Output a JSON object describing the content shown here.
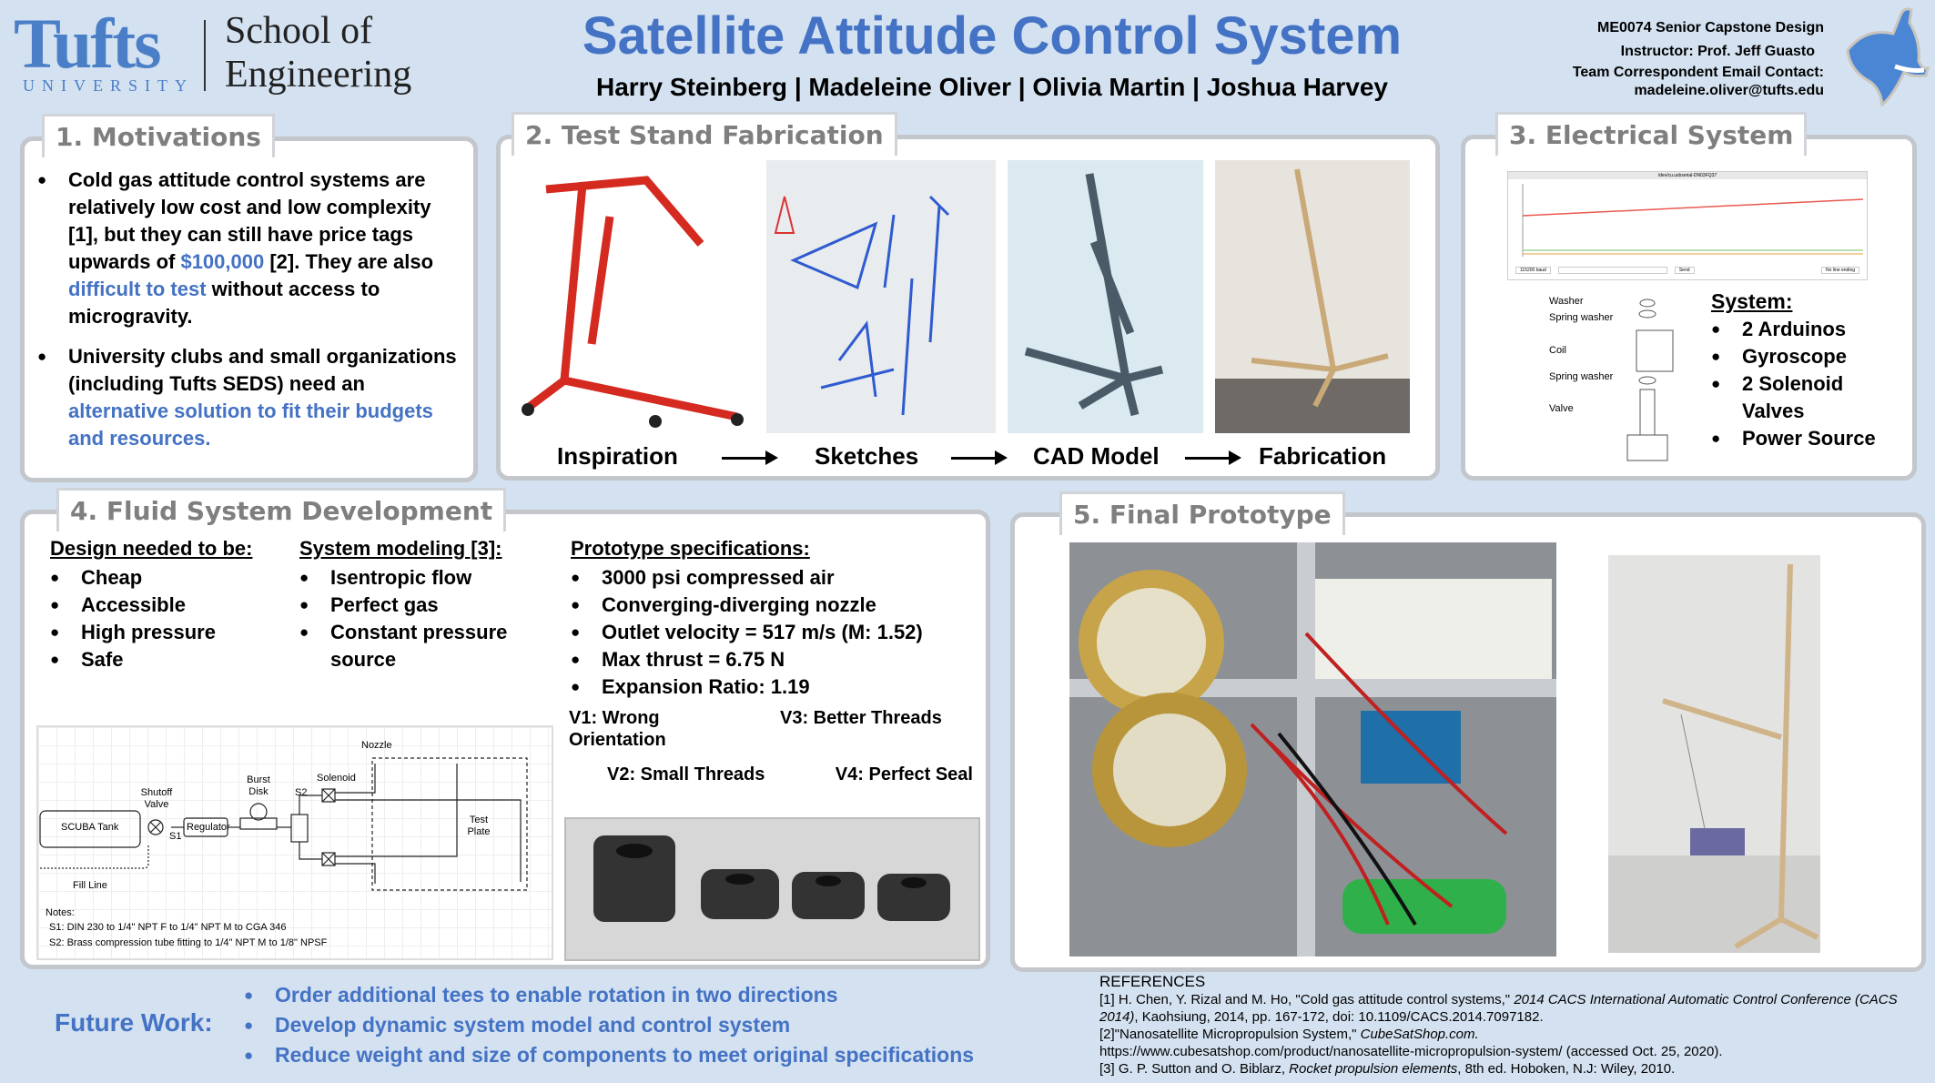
{
  "header": {
    "logo_word": "Tufts",
    "logo_sub": "UNIVERSITY",
    "school": [
      "School of",
      "Engineering"
    ],
    "title": "Satellite Attitude Control System",
    "authors": "Harry Steinberg | Madeleine Oliver | Olivia Martin | Joshua Harvey",
    "course": "ME0074 Senior Capstone Design",
    "instructor": "Instructor: Prof. Jeff Guasto",
    "contact_label": "Team Correspondent Email Contact:",
    "email": "madeleine.oliver@tufts.edu"
  },
  "motivations": {
    "title": "1.  Motivations",
    "p1_a": "Cold gas attitude control systems are relatively low cost and low complexity [1], but they can still have price tags upwards of ",
    "p1_price": "$100,000",
    "p1_b": " [2]. They are also ",
    "p1_diff": "difficult to test",
    "p1_c": " without access to microgravity.",
    "p2_a": "University clubs and small organizations (including Tufts SEDS) need an ",
    "p2_alt": "alternative solution to fit their budgets and resources."
  },
  "test_stand": {
    "title": "2. Test Stand Fabrication",
    "steps": [
      "Inspiration",
      "Sketches",
      "CAD Model",
      "Fabrication"
    ]
  },
  "electrical": {
    "title": "3. Electrical System",
    "serial_title": "/dev/cu.usbserial-DN03FQ37",
    "baud": "115200 baud",
    "send": "Send",
    "line_ending": "No line ending",
    "parts": [
      "Washer",
      "Spring washer",
      "Coil",
      "Spring washer",
      "Valve"
    ],
    "system_label": "System:",
    "system_items": [
      "2 Arduinos",
      "Gyroscope",
      "2 Solenoid Valves",
      "Power Source"
    ]
  },
  "fluid": {
    "title": "4. Fluid System Development",
    "design_label": "Design needed to be:",
    "design_items": [
      "Cheap",
      "Accessible",
      "High pressure",
      "Safe"
    ],
    "model_label": "System modeling [3]:",
    "model_items": [
      "Isentropic flow",
      "Perfect gas",
      "Constant pressure source"
    ],
    "spec_label": "Prototype specifications:",
    "spec_items": [
      "3000 psi compressed air",
      "Converging-diverging nozzle",
      "Outlet velocity = 517 m/s (M: 1.52)",
      "Max thrust = 6.75 N",
      "Expansion Ratio: 1.19"
    ],
    "schematic": {
      "tank": "SCUBA Tank",
      "shutoff": "Shutoff Valve",
      "s1": "S1",
      "regulator": "Regulator",
      "burst": "Burst Disk",
      "s2": "S2",
      "solenoid": "Solenoid",
      "nozzle": "Nozzle",
      "plate": "Test Plate",
      "fill": "Fill Line",
      "notes": "Notes:",
      "note1": "S1: DIN 230 to 1/4\" NPT F to 1/4\" NPT M to CGA 346",
      "note2": "S2: Brass compression tube fitting to 1/4\" NPT M to 1/8\" NPSF"
    },
    "versions": [
      "V1: Wrong Orientation",
      "V2: Small Threads",
      "V3: Better Threads",
      "V4: Perfect Seal"
    ]
  },
  "prototype": {
    "title": "5. Final Prototype"
  },
  "future": {
    "label": "Future Work:",
    "items": [
      "Order additional tees to enable rotation in two directions",
      "Develop dynamic system model and control system",
      "Reduce weight and size of components to meet original specifications"
    ]
  },
  "references": {
    "title": "REFERENCES",
    "r1a": "[1] H. Chen, Y. Rizal and M. Ho, \"Cold gas attitude control systems,\" ",
    "r1i": "2014 CACS International Automatic Control Conference (CACS 2014)",
    "r1b": ", Kaohsiung, 2014, pp. 167-172, doi: 10.1109/CACS.2014.7097182.",
    "r2a": "[2]\"Nanosatellite Micropropulsion System,\" ",
    "r2i": "CubeSatShop.com.",
    "r2b": "https://www.cubesatshop.com/product/nanosatellite-micropropulsion-system/ (accessed Oct. 25, 2020).",
    "r3a": "[3] G. P. Sutton and O. Biblarz, ",
    "r3i": "Rocket propulsion elements",
    "r3b": ", 8th ed. Hoboken, N.J: Wiley, 2010."
  }
}
